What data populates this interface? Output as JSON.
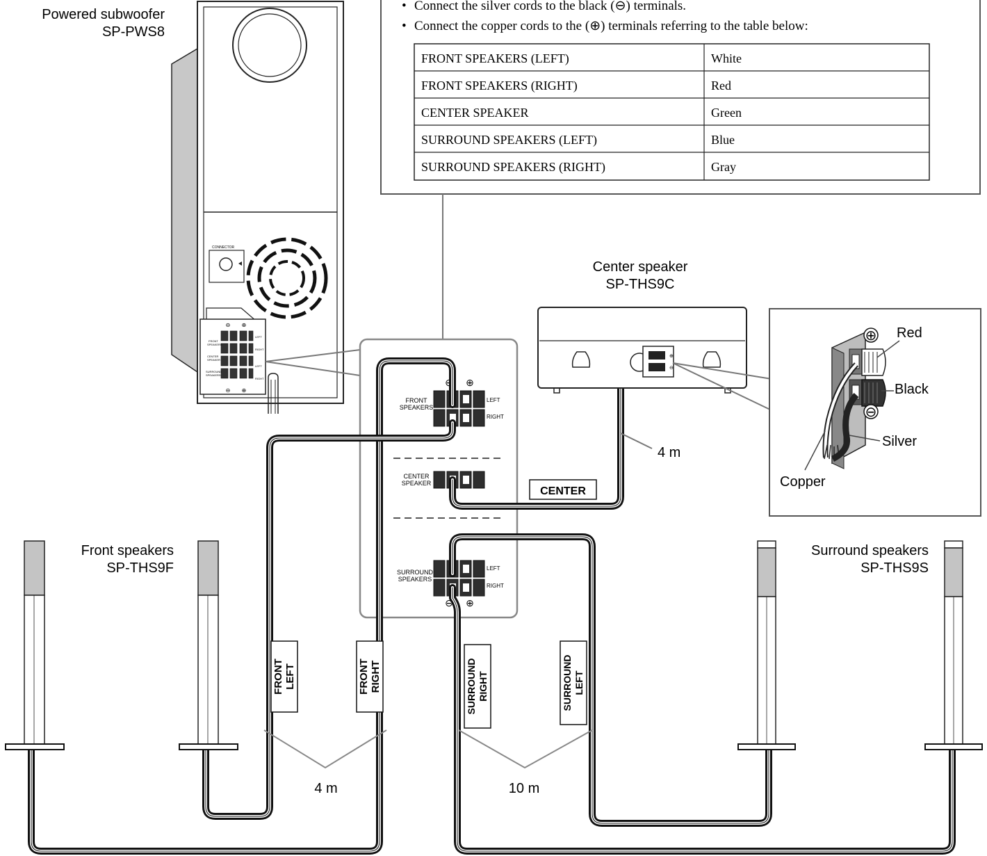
{
  "instructions": [
    "Connect the silver cords to the black (⊖) terminals.",
    "Connect the copper cords to the (⊕) terminals referring to the table below:"
  ],
  "color_table": [
    {
      "terminal": "FRONT SPEAKERS (LEFT)",
      "color": "White"
    },
    {
      "terminal": "FRONT SPEAKERS (RIGHT)",
      "color": "Red"
    },
    {
      "terminal": "CENTER SPEAKER",
      "color": "Green"
    },
    {
      "terminal": "SURROUND SPEAKERS (LEFT)",
      "color": "Blue"
    },
    {
      "terminal": "SURROUND SPEAKERS (RIGHT)",
      "color": "Gray"
    }
  ],
  "bullet": "•",
  "subwoofer": {
    "label_line1": "Powered subwoofer",
    "label_line2": "SP-PWS8",
    "connector_label": "CONNECTOR",
    "panel": {
      "front": "FRONT\nSPEAKERS",
      "center": "CENTER\nSPEAKER",
      "surround": "SURROUND\nSPEAKERS",
      "left": "LEFT",
      "right": "RIGHT"
    }
  },
  "terminal_panel": {
    "front_line1": "FRONT",
    "front_line2": "SPEAKERS",
    "center_line1": "CENTER",
    "center_line2": "SPEAKER",
    "surround_line1": "SURROUND",
    "surround_line2": "SPEAKERS",
    "left": "LEFT",
    "right": "RIGHT",
    "plus": "⊕",
    "minus": "⊖"
  },
  "center_speaker": {
    "label_line1": "Center speaker",
    "label_line2": "SP-THS9C"
  },
  "front_speakers": {
    "label_line1": "Front speakers",
    "label_line2": "SP-THS9F"
  },
  "surround_speakers": {
    "label_line1": "Surround speakers",
    "label_line2": "SP-THS9S"
  },
  "cord_tags": {
    "center": "CENTER",
    "front_left_1": "FRONT",
    "front_left_2": "LEFT",
    "front_right_1": "FRONT",
    "front_right_2": "RIGHT",
    "surround_right_1": "SURROUND",
    "surround_right_2": "RIGHT",
    "surround_left_1": "SURROUND",
    "surround_left_2": "LEFT"
  },
  "lengths": {
    "center": "4 m",
    "front": "4 m",
    "surround": "10 m"
  },
  "detail": {
    "plus": "⊕",
    "minus": "⊖",
    "red": "Red",
    "black": "Black",
    "silver": "Silver",
    "copper": "Copper"
  }
}
